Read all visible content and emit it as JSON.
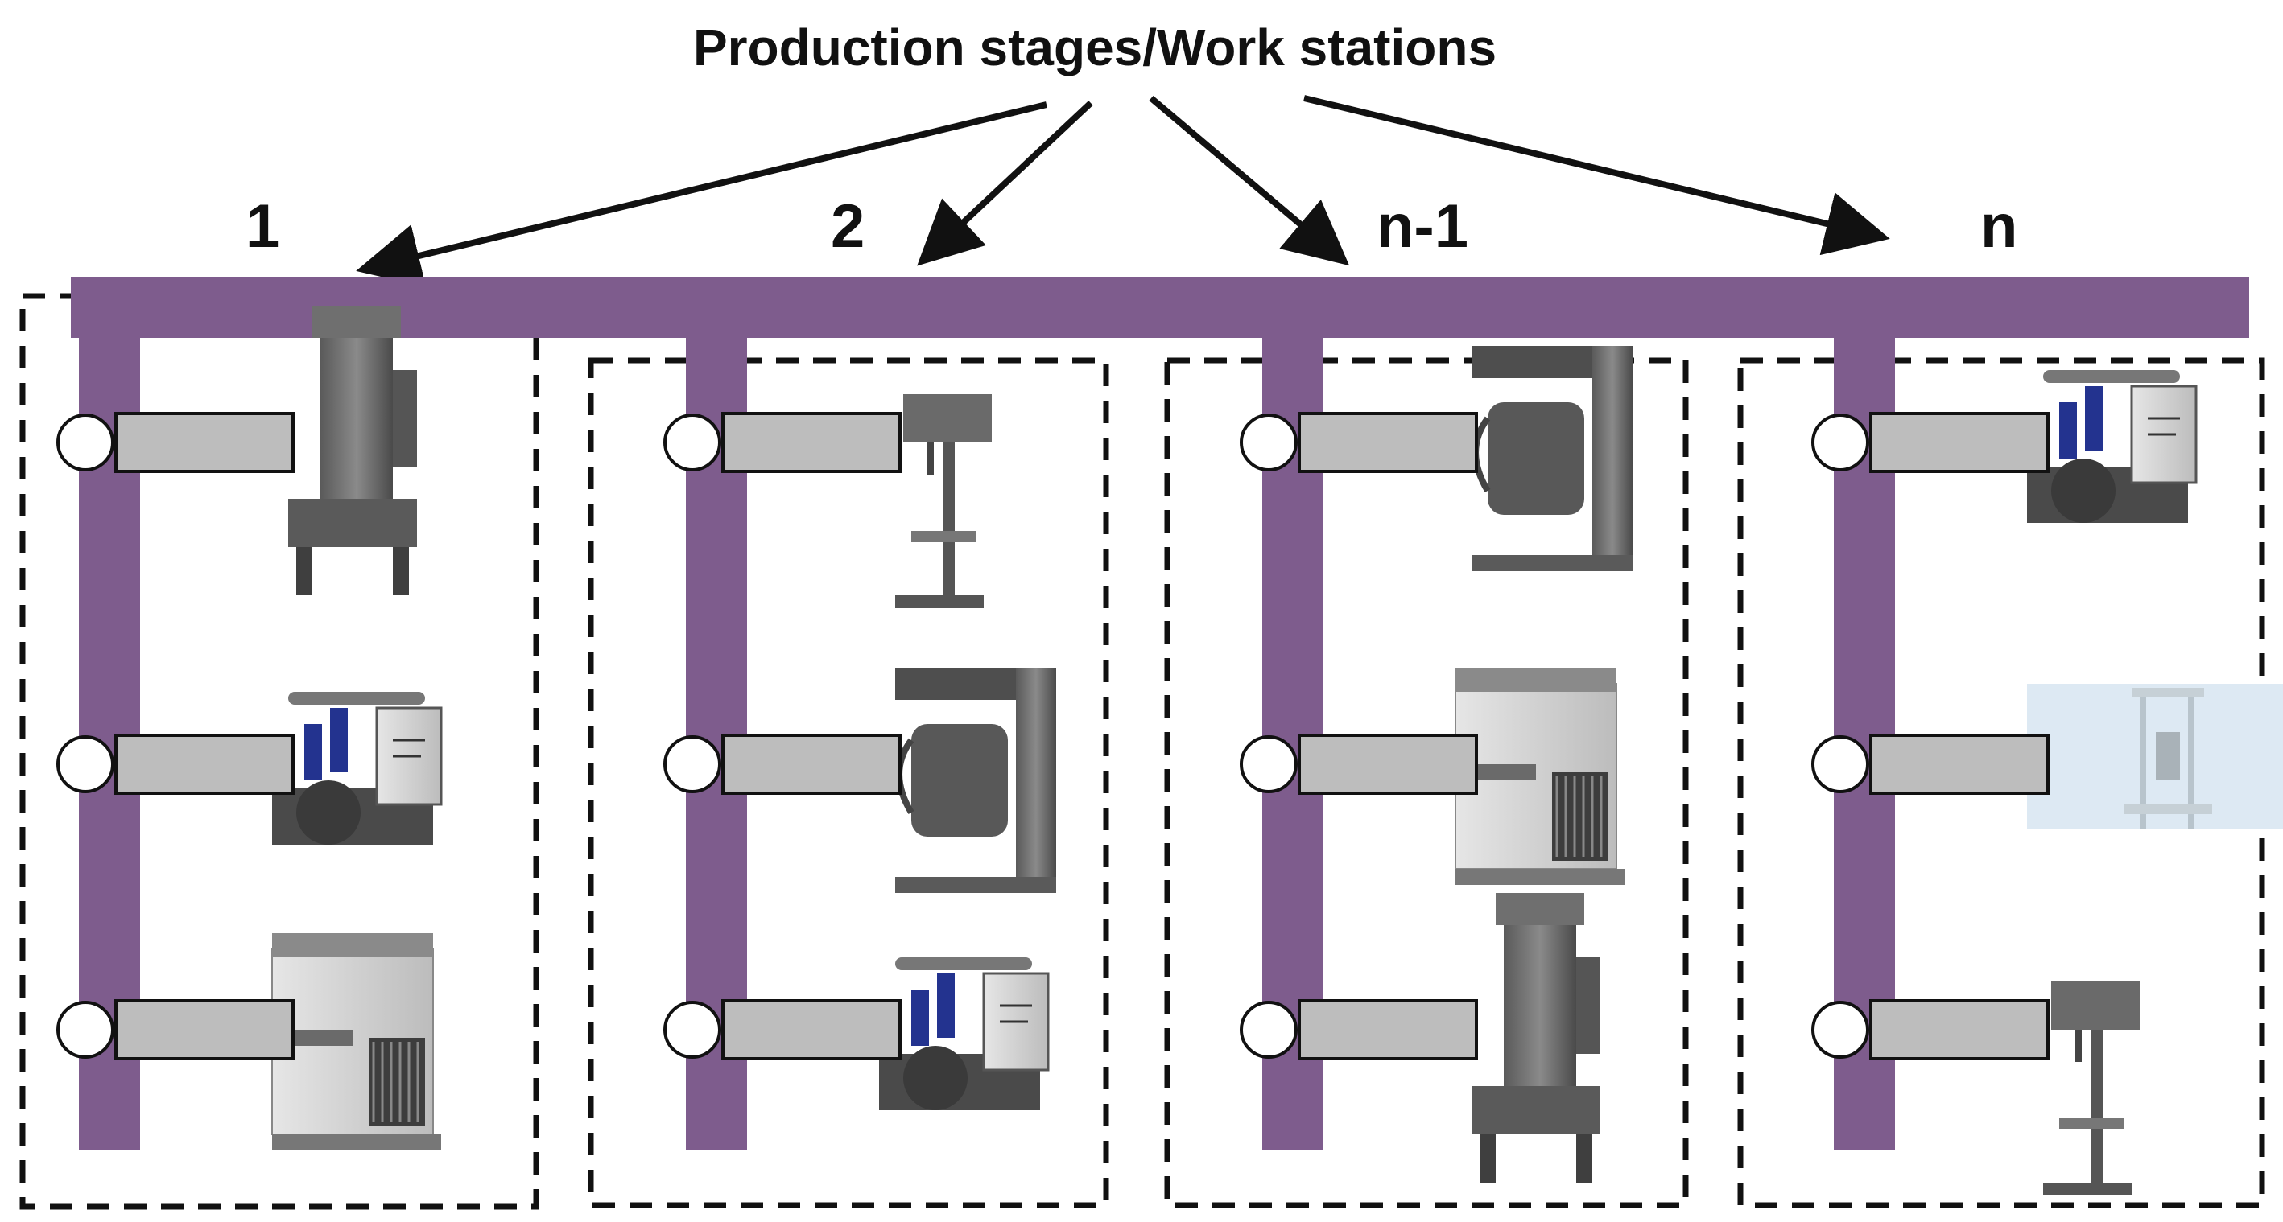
{
  "title": "Production stages/Work stations",
  "colors": {
    "beam": "#7e5c8d",
    "machine_box": "#bdbdbd",
    "machine_outline": "#111111",
    "dash": "#111111",
    "arrow": "#111111"
  },
  "stages": [
    {
      "label": "1",
      "machines": [
        "press-machine",
        "pump-unit",
        "chiller-unit"
      ]
    },
    {
      "label": "2",
      "machines": [
        "drill-press",
        "mixer-machine",
        "pump-unit"
      ]
    },
    {
      "label": "n-1",
      "machines": [
        "mixer-machine",
        "chiller-unit",
        "press-machine"
      ]
    },
    {
      "label": "n",
      "machines": [
        "pump-unit",
        "test-frame",
        "drill-press"
      ]
    }
  ]
}
